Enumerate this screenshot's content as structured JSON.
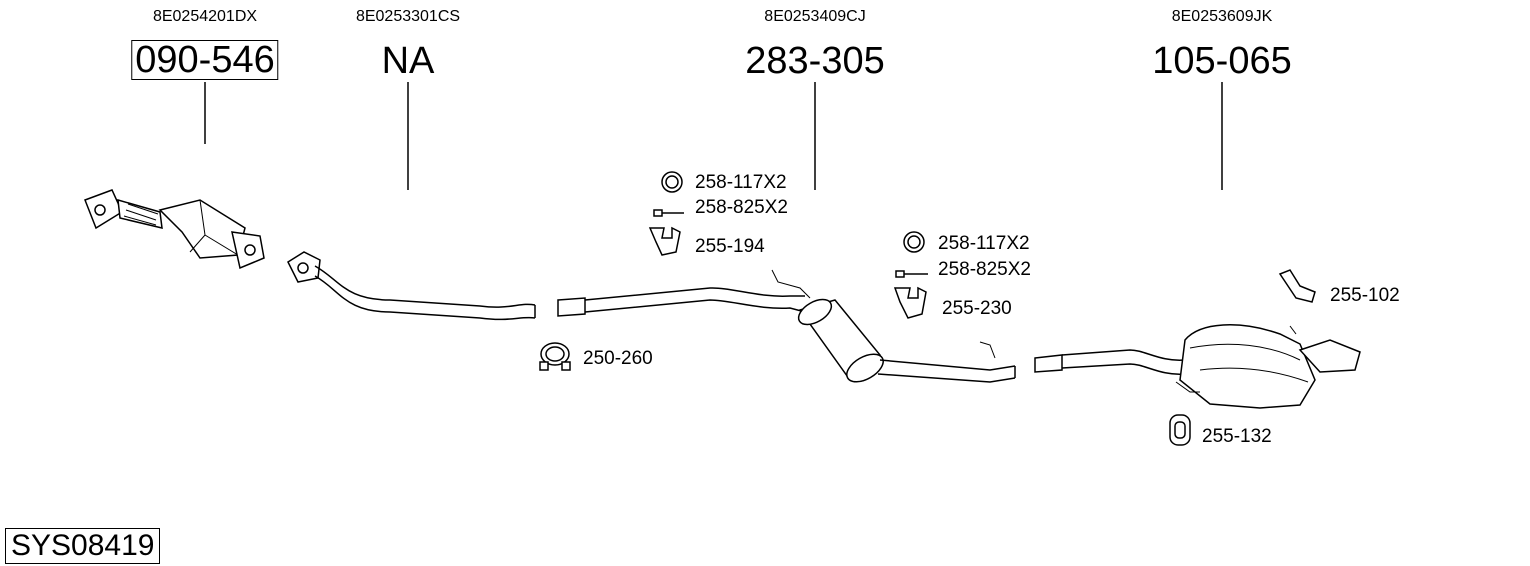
{
  "parts": [
    {
      "oem": "8E0254201DX",
      "number": "090-546"
    },
    {
      "oem": "8E0253301CS",
      "number": "NA"
    },
    {
      "oem": "8E0253409CJ",
      "number": "283-305"
    },
    {
      "oem": "8E0253609JK",
      "number": "105-065"
    }
  ],
  "accessories": {
    "clamp_front": "250-260",
    "ring_mid": "258-117X2",
    "bolt_mid": "258-825X2",
    "hanger_mid": "255-194",
    "ring_rear": "258-117X2",
    "bolt_rear": "258-825X2",
    "hanger_rear": "255-230",
    "bracket_rear": "255-102",
    "rubber_rear": "255-132"
  },
  "system_id": "SYS08419"
}
